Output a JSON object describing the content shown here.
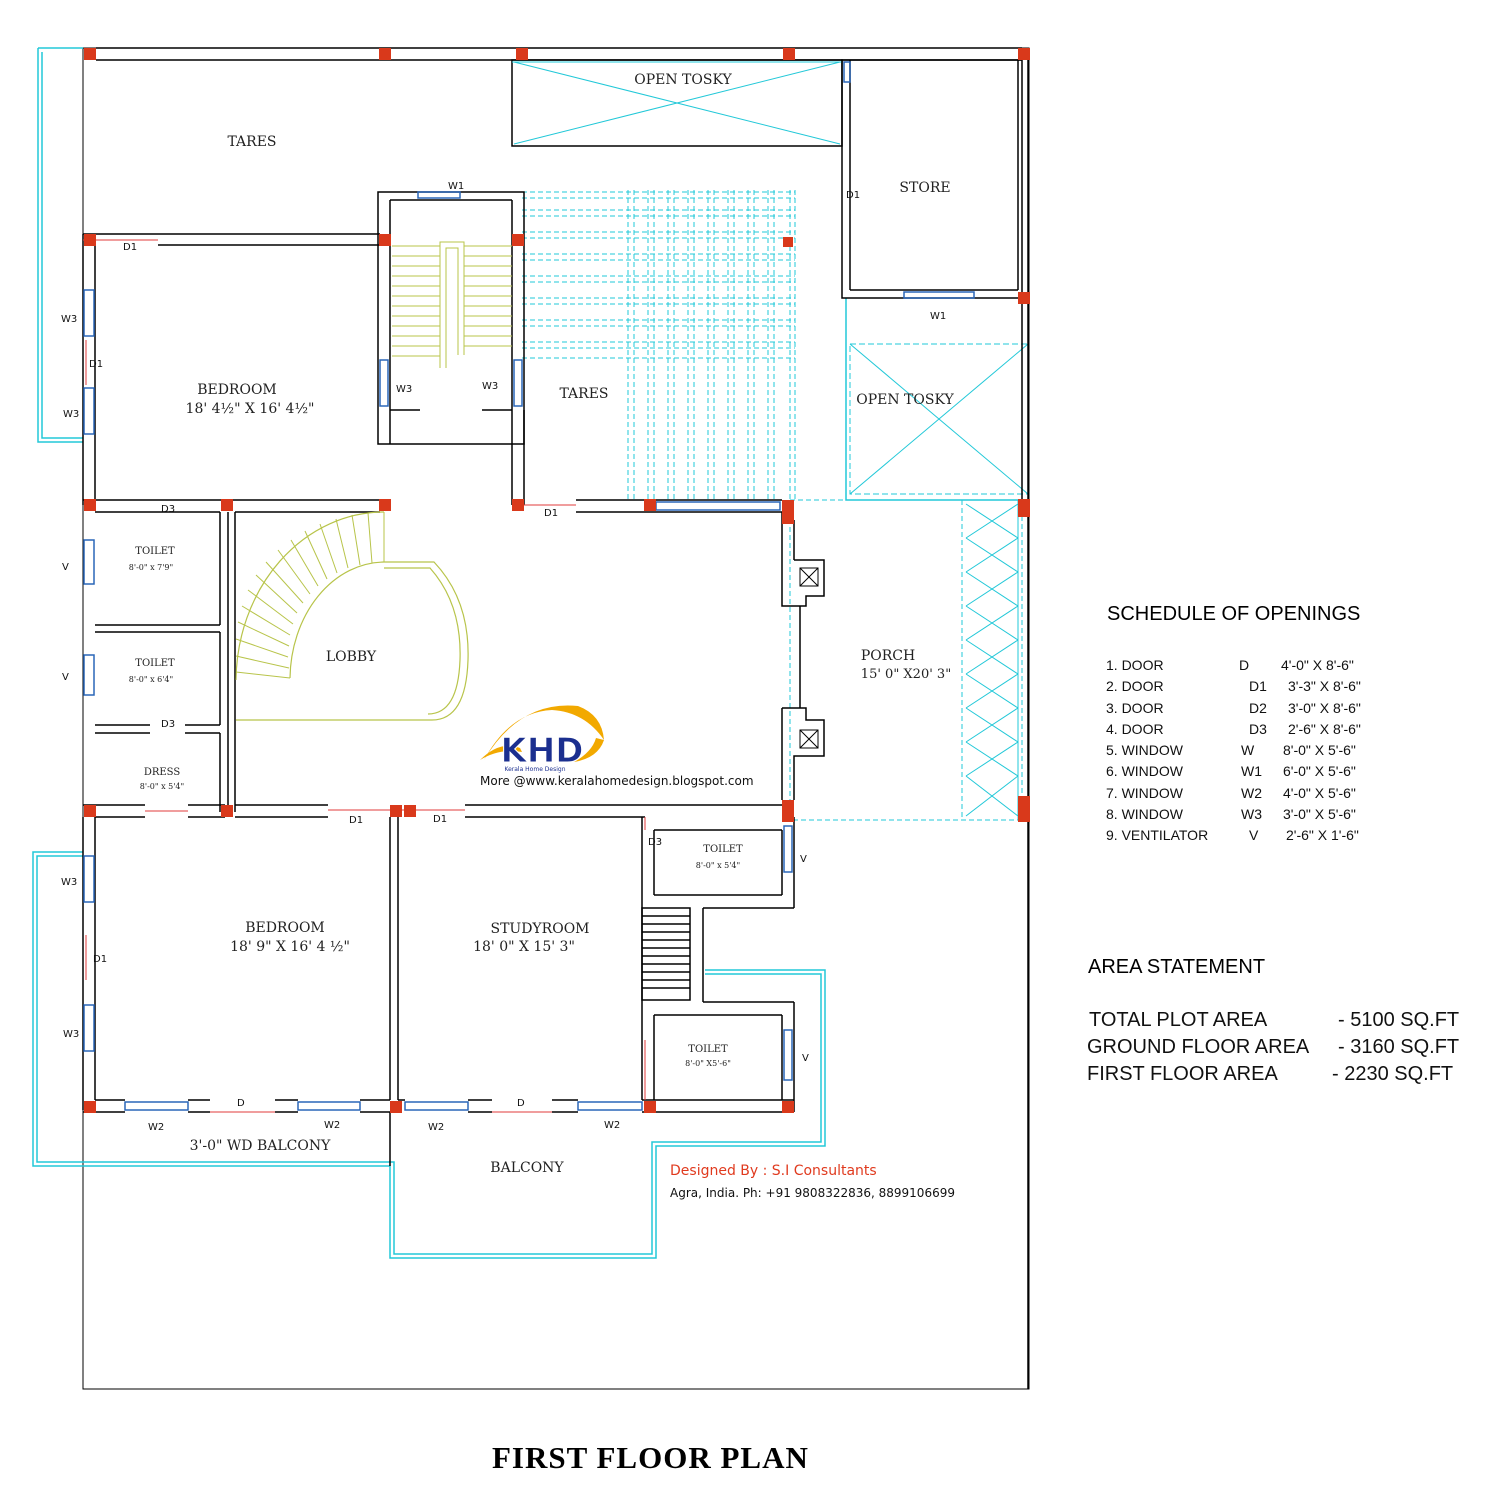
{
  "rooms": {
    "tares_top": "TARES",
    "open_to_sky_top": "OPEN TOSKY",
    "store": "STORE",
    "open_to_sky_right": "OPEN TOSKY",
    "bedroom1": "BEDROOM",
    "bedroom1_size": "18' 4½\" X 16' 4½\"",
    "tares_mid": "TARES",
    "lobby": "LOBBY",
    "porch": "PORCH",
    "porch_size": "15' 0\" X20' 3\"",
    "toilet1": "TOILET",
    "toilet1_size": "8'-0\" x 7'9\"",
    "toilet2": "TOILET",
    "toilet2_size": "8'-0\" x 6'4\"",
    "dress": "DRESS",
    "dress_size": "8'-0\" x 5'4\"",
    "bedroom2": "BEDROOM",
    "bedroom2_size": "18' 9\" X 16' 4 ½\"",
    "studyroom": "STUDYROOM",
    "studyroom_size": "18' 0\" X 15' 3\"",
    "toilet3": "TOILET",
    "toilet3_size": "8'-0\" x 5'4\"",
    "toilet4": "TOILET",
    "toilet4_size": "8'-0\" X5'-6\"",
    "wd_balcony": "3'-0\" WD BALCONY",
    "balcony": "BALCONY"
  },
  "openings_labels": {
    "w1_stair": "W1",
    "d1_bed1_top": "D1",
    "w3_bed1_a": "W3",
    "d1_bed1_left": "D1",
    "w3_bed1_b": "W3",
    "w3_stair_l": "W3",
    "w3_stair_r": "W3",
    "d1_store": "D1",
    "w1_store": "W1",
    "d3_toilet1": "D3",
    "v_toilet1": "V",
    "v_toilet2": "V",
    "d3_toilet2": "D3",
    "d1_tares": "D1",
    "d1_bed2": "D1",
    "d1_study": "D1",
    "d3_toilet3": "D3",
    "v_toilet3": "V",
    "w3_bed2_a": "W3",
    "d1_bed2_left": "D1",
    "w3_bed2_b": "W3",
    "v_toilet4": "V",
    "w2_a": "W2",
    "d_bed2": "D",
    "w2_b": "W2",
    "w2_c": "W2",
    "d_study": "D",
    "w2_d": "W2"
  },
  "schedule": {
    "title": "SCHEDULE OF OPENINGS",
    "rows": [
      {
        "item": "1. DOOR",
        "code": "D",
        "size": "4'-0\" X 8'-6\""
      },
      {
        "item": "2. DOOR",
        "code": "D1",
        "size": "3'-3\" X 8'-6\""
      },
      {
        "item": "3. DOOR",
        "code": "D2",
        "size": "3'-0\" X 8'-6\""
      },
      {
        "item": "4. DOOR",
        "code": "D3",
        "size": "2'-6\" X 8'-6\""
      },
      {
        "item": "5. WINDOW",
        "code": "W",
        "size": "8'-0\" X 5'-6\""
      },
      {
        "item": "6. WINDOW",
        "code": "W1",
        "size": "6'-0\" X 5'-6\""
      },
      {
        "item": "7. WINDOW",
        "code": "W2",
        "size": "4'-0\" X 5'-6\""
      },
      {
        "item": "8. WINDOW",
        "code": "W3",
        "size": "3'-0\" X 5'-6\""
      },
      {
        "item": "9. VENTILATOR",
        "code": "V",
        "size": "2'-6\" X 1'-6\""
      }
    ]
  },
  "area": {
    "title": "AREA STATEMENT",
    "rows": [
      {
        "label": "TOTAL PLOT AREA",
        "value": "- 5100 SQ.FT"
      },
      {
        "label": "GROUND FLOOR AREA",
        "value": "- 3160 SQ.FT"
      },
      {
        "label": "FIRST FLOOR AREA",
        "value": "-  2230 SQ.FT"
      }
    ]
  },
  "logo": {
    "text": "KHD",
    "subtext": "Kerala Home Design"
  },
  "site_link": "More @www.keralahomedesign.blogspot.com",
  "designer": "Designed By : S.I Consultants",
  "contact": "Agra, India. Ph: +91 9808322836, 8899106699",
  "plan_title": "FIRST  FLOOR  PLAN",
  "colors": {
    "wall": "#000000",
    "column": "#d9391b",
    "cyan": "#22c8d8",
    "stair": "#b8c44a",
    "red_line": "#e23b3b",
    "window": "#2a67b8"
  }
}
